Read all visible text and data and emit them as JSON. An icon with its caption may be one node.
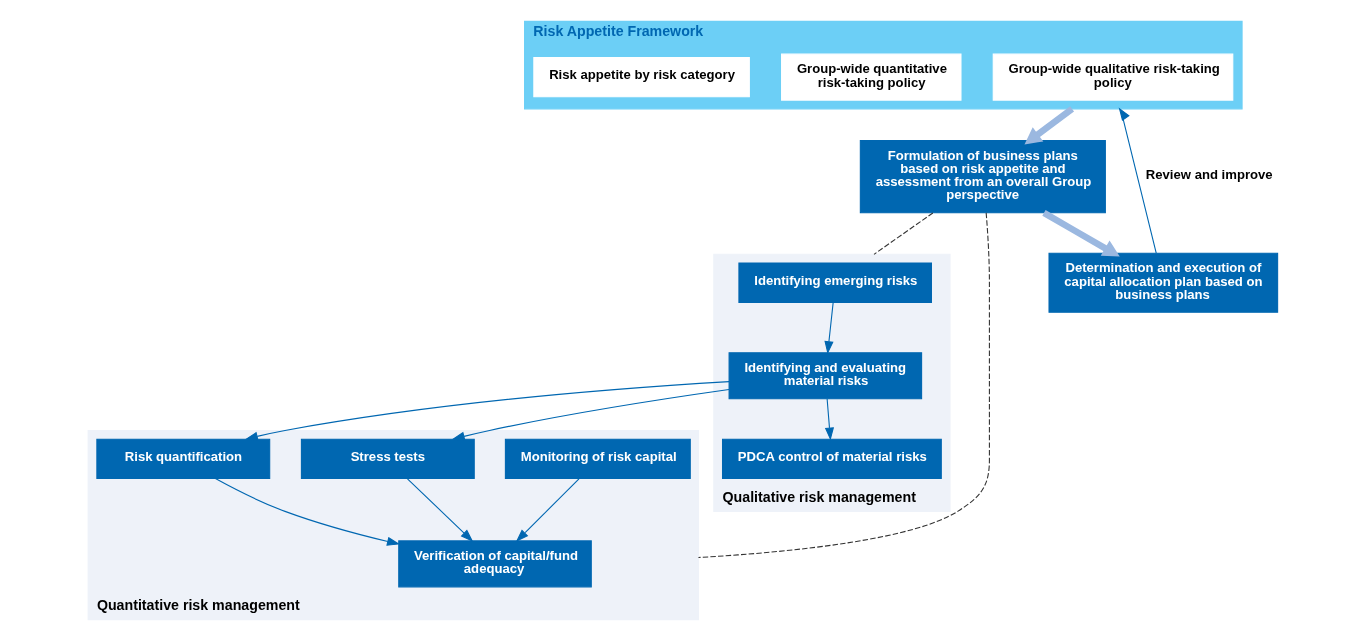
{
  "diagram": {
    "nodes": [
      {
        "text": [
          "Risk Appetite Framework"
        ]
      },
      {
        "text": [
          "Group-wide qualitative risk-taking policy"
        ],
        "in": 0
      },
      {
        "text": [
          "Group-wide quantitative risk-taking policy"
        ],
        "in": 0
      },
      {
        "text": [
          "Risk appetite by risk category"
        ],
        "in": 0
      },
      {
        "text": [
          "Formulation of business plans based on risk appetite and assessment from an overall Group perspective"
        ]
      },
      {
        "text": [
          "Determination and execution of capital allocation plan based on business plans"
        ]
      },
      {
        "text": [
          "Quantitative risk management"
        ]
      },
      {
        "text": [
          "Verification of capital/fund adequacy"
        ],
        "in": 6
      },
      {
        "text": [
          "Monitoring of risk capital"
        ],
        "in": 6
      },
      {
        "text": [
          "Risk quantification"
        ],
        "in": 6
      },
      {
        "text": [
          "Stress tests"
        ],
        "in": 6
      },
      {
        "text": [
          "Qualitative risk management"
        ]
      },
      {
        "text": [
          "Identifying emerging risks"
        ],
        "in": 11
      },
      {
        "text": [
          "Identifying and evaluating material risks"
        ],
        "in": 11
      },
      {
        "text": [
          "PDCA control of material risks"
        ],
        "in": 11
      }
    ],
    "edges": [
      {
        "from": 0,
        "to": 4,
        "arrow": "to",
        "style": "thick",
        "color": "#9bb8e0"
      },
      {
        "from": 4,
        "to": 5,
        "arrow": "to",
        "style": "thick",
        "color": "#9bb8e0"
      },
      {
        "from": 5,
        "to": 0,
        "arrow": "to",
        "label": "Review and improve"
      },
      {
        "from": 4,
        "to": 6,
        "arrow": "none",
        "style": "dashed",
        "color": "#333333"
      },
      {
        "from": 4,
        "to": 11,
        "arrow": "none",
        "style": "dashed",
        "color": "#333333"
      },
      {
        "from": 8,
        "to": 7,
        "arrow": "to"
      },
      {
        "from": 9,
        "to": 7,
        "arrow": "to"
      },
      {
        "from": 10,
        "to": 7,
        "arrow": "to"
      },
      {
        "from": 13,
        "to": 9,
        "arrow": "to"
      },
      {
        "from": 13,
        "to": 10,
        "arrow": "to"
      },
      {
        "from": 12,
        "to": 13,
        "arrow": "to"
      },
      {
        "from": 13,
        "to": 14,
        "arrow": "to"
      }
    ]
  }
}
